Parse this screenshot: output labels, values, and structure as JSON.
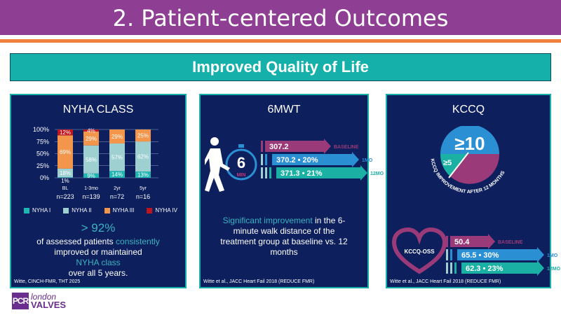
{
  "header": {
    "title": "2. Patient-centered Outcomes",
    "subtitle": "Improved Quality of Life"
  },
  "nyha": {
    "title": "NYHA CLASS",
    "stat": "> 92%",
    "text1": "of assessed patients ",
    "text1_hl": "consistently",
    "text2": "improved or maintained",
    "text3_hl": "NYHA class",
    "text4": "over all 5 years.",
    "reference": "Witte, CINCH-FMR, THT 2025"
  },
  "chart_data": {
    "type": "bar",
    "stacked": true,
    "categories": [
      "BL",
      "1-3mo",
      "2yr",
      "5yr"
    ],
    "n_labels": [
      "n=223",
      "n=139",
      "n=72",
      "n=16"
    ],
    "yticks": [
      "0%",
      "25%",
      "50%",
      "75%",
      "100%"
    ],
    "ylim": [
      0,
      100
    ],
    "legend_position": "bottom",
    "series": [
      {
        "name": "NYHA I",
        "color": "#1fb5b0",
        "values": [
          1,
          9,
          14,
          13
        ],
        "labels": [
          "1%",
          "9%",
          "14%",
          "13%"
        ]
      },
      {
        "name": "NYHA II",
        "color": "#9ed0d2",
        "values": [
          18,
          58,
          57,
          62
        ],
        "labels": [
          "18%",
          "58%",
          "57%",
          "62%"
        ]
      },
      {
        "name": "NYHA III",
        "color": "#f3954a",
        "values": [
          69,
          29,
          29,
          25
        ],
        "labels": [
          "69%",
          "29%",
          "29%",
          "25%"
        ]
      },
      {
        "name": "NYHA IV",
        "color": "#c0141e",
        "values": [
          12,
          4,
          0,
          0
        ],
        "labels": [
          "12%",
          "4%",
          "",
          ""
        ]
      }
    ]
  },
  "mwt": {
    "title": "6MWT",
    "min_label": "MIN",
    "six": "6",
    "arrows": [
      {
        "value": "307.2",
        "label": "BASELINE",
        "color": "#9b3a78"
      },
      {
        "value": "370.2 • 20%",
        "label": "1MO",
        "color": "#2a8fd3"
      },
      {
        "value": "371.3 • 21%",
        "label": "12MO",
        "color": "#1ab0a4"
      }
    ],
    "text_hl": "Significant improvement",
    "text": " in the 6-minute walk distance of the treatment group at baseline vs. 12 months",
    "reference": "Witte et al., JACC Heart Fail 2018 (REDUCE FMR)"
  },
  "kccq": {
    "title": "KCCQ",
    "big": "≥10",
    "small": "≥5",
    "arc_text": "KCCQ IMPROVEMENT AFTER 12 MONTHS",
    "heart_label": "KCCQ-OSS",
    "arrows": [
      {
        "value": "50.4",
        "label": "BASELINE",
        "color": "#9b3a78"
      },
      {
        "value": "65.5 • 30%",
        "label": "1MO",
        "color": "#2a8fd3"
      },
      {
        "value": "62.3 • 23%",
        "label": "12MO",
        "color": "#1ab0a4"
      }
    ],
    "reference": "Witte et al., JACC Heart Fail 2018 (REDUCE FMR)"
  },
  "logo": {
    "pcr": "PCR",
    "line1": "london",
    "line2": "VALVES"
  }
}
